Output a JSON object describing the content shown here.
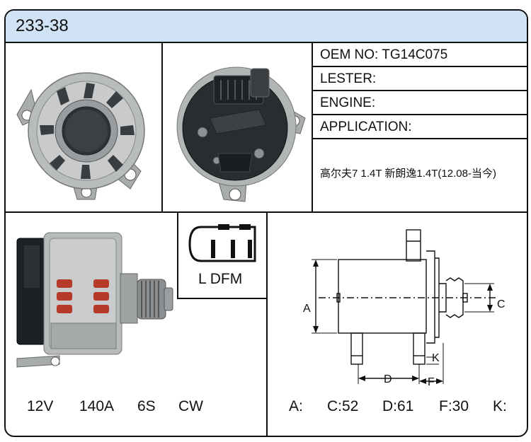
{
  "header": {
    "part_number": "233-38"
  },
  "info": {
    "oem_label": "OEM NO:",
    "oem_value": "TG14C075",
    "lester_label": "LESTER:",
    "lester_value": "",
    "engine_label": "ENGINE:",
    "engine_value": "",
    "application_label": "APPLICATION:",
    "application_value": "高尔夫7 1.4T 新朗逸1.4T(12.08-当今)"
  },
  "connector": {
    "label": "L DFM"
  },
  "specs": {
    "voltage": "12V",
    "current": "140A",
    "pulley": "6S",
    "rotation": "CW"
  },
  "diagram": {
    "label_a": "A",
    "label_c": "C",
    "label_d": "D",
    "label_f": "F",
    "label_k": "K"
  },
  "dimensions": {
    "a": "A:",
    "c": "C:52",
    "d": "D:61",
    "f": "F:30",
    "k": "K:"
  },
  "colors": {
    "header_bg": "#cfe3f5",
    "border": "#111111",
    "housing": "#b9bcbd",
    "dark_plastic": "#2a2d30",
    "red_winding": "#b53a2a"
  }
}
